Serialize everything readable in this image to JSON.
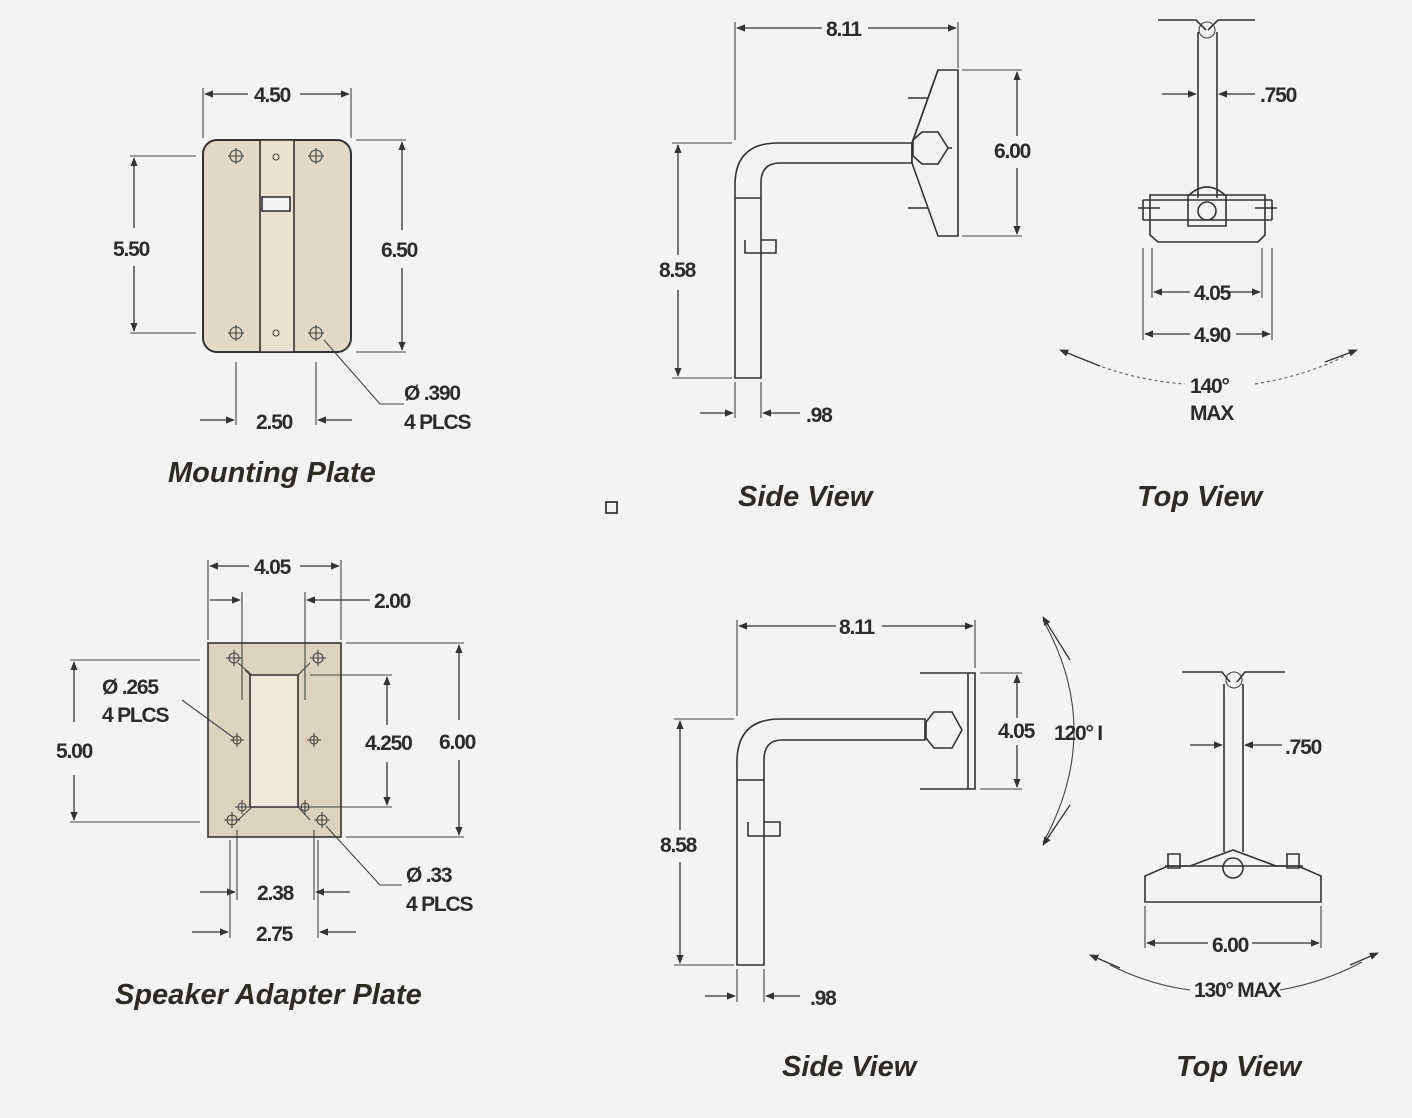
{
  "mounting_plate": {
    "title": "Mounting Plate",
    "width": "4.50",
    "hole_span_v": "5.50",
    "height": "6.50",
    "hole_span_h": "2.50",
    "hole_dia": "Ø  .390",
    "hole_qty": "4 PLCS"
  },
  "speaker_plate": {
    "title": "Speaker Adapter Plate",
    "width": "4.05",
    "slot_offset": "2.00",
    "hole_dia": "Ø  .265",
    "hole_qty": "4 PLCS",
    "hole_span_v": "5.00",
    "inner_height": "4.250",
    "height": "6.00",
    "outer_hole_dia": "Ø  .33",
    "outer_hole_qty": "4 PLCS",
    "span_a": "2.38",
    "span_b": "2.75"
  },
  "side_view_1": {
    "title": "Side View",
    "reach": "8.11",
    "plate_height": "6.00",
    "drop": "8.58",
    "tube": ".98"
  },
  "top_view_1": {
    "title": "Top View",
    "stem": ".750",
    "inner": "4.05",
    "outer": "4.90",
    "swing_angle": "140°",
    "swing_note": "MAX"
  },
  "side_view_2": {
    "title": "Side View",
    "reach": "8.11",
    "plate_height": "4.05",
    "tilt": "120° I",
    "drop": "8.58",
    "tube": ".98"
  },
  "top_view_2": {
    "title": "Top View",
    "stem": ".750",
    "width": "6.00",
    "swing": "130° MAX"
  }
}
